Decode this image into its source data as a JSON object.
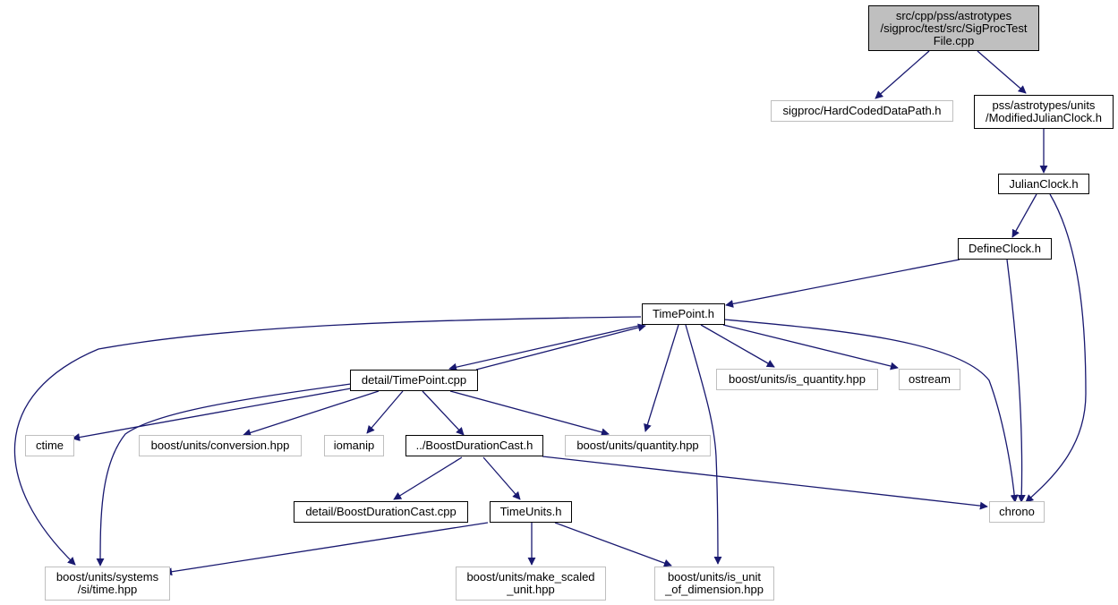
{
  "colors": {
    "edge": "#191970",
    "root_fill": "#bfbfbf",
    "external_border": "#bfbfbf",
    "local_border": "#000000"
  },
  "nodes": {
    "root": "src/cpp/pss/astrotypes\n/sigproc/test/src/SigProcTest\nFile.cpp",
    "hardcoded": "sigproc/HardCodedDataPath.h",
    "modjulian": "pss/astrotypes/units\n/ModifiedJulianClock.h",
    "julian": "JulianClock.h",
    "defineclock": "DefineClock.h",
    "timepoint": "TimePoint.h",
    "detailtp": "detail/TimePoint.cpp",
    "isquantity": "boost/units/is_quantity.hpp",
    "ostream": "ostream",
    "ctime": "ctime",
    "conversion": "boost/units/conversion.hpp",
    "iomanip": "iomanip",
    "bdc": "../BoostDurationCast.h",
    "quantity": "boost/units/quantity.hpp",
    "detailbdc": "detail/BoostDurationCast.cpp",
    "timeunits": "TimeUnits.h",
    "chrono": "chrono",
    "sitime": "boost/units/systems\n/si/time.hpp",
    "makescaled": "boost/units/make_scaled\n_unit.hpp",
    "isunit": "boost/units/is_unit\n_of_dimension.hpp"
  }
}
